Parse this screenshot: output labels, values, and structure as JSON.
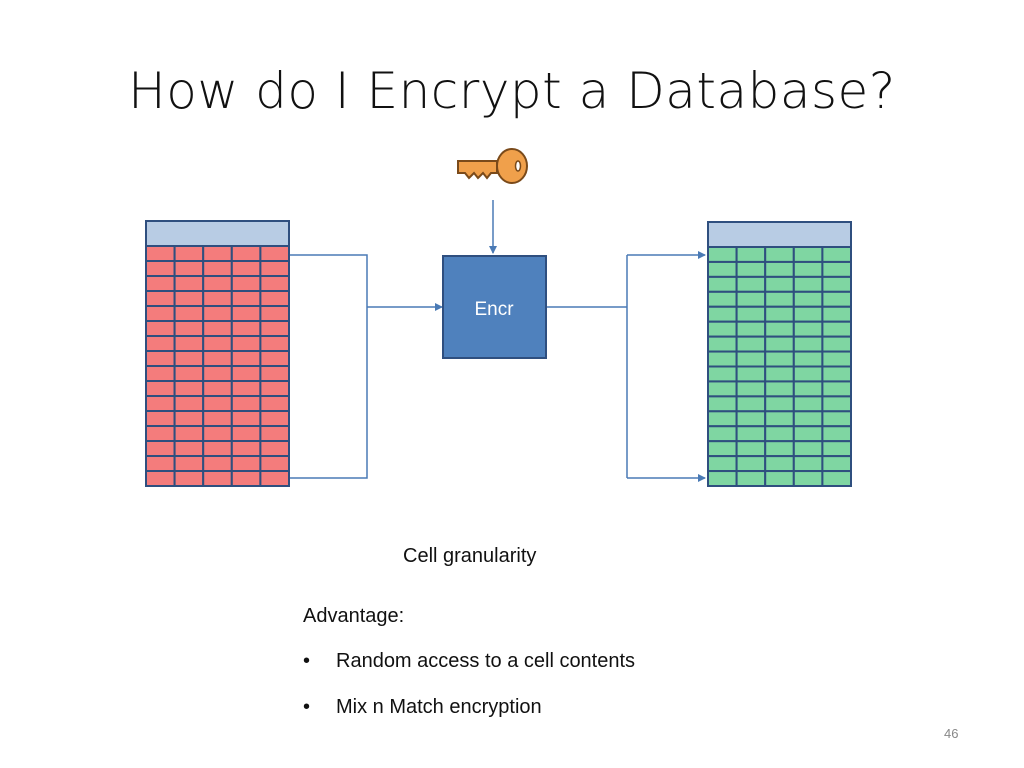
{
  "slide": {
    "title": "How do I Encrypt a Database?",
    "page_number": "46"
  },
  "diagram": {
    "encrypt_box_label": "Encr",
    "key_icon": "key-icon",
    "plaintext_table_color": "#f47c7c",
    "ciphertext_table_color": "#7fd6a2",
    "table_header_color": "#b8cce4",
    "table_border_color": "#2f4f7f",
    "encrypt_box_color": "#4f81bd",
    "key_color": "#f0a04b",
    "table_columns": 5,
    "table_rows": 16
  },
  "caption": "Cell granularity",
  "advantages": {
    "heading": "Advantage:",
    "bullet_glyph": "•",
    "items": [
      "Random access to a cell contents",
      "Mix n Match encryption"
    ]
  }
}
